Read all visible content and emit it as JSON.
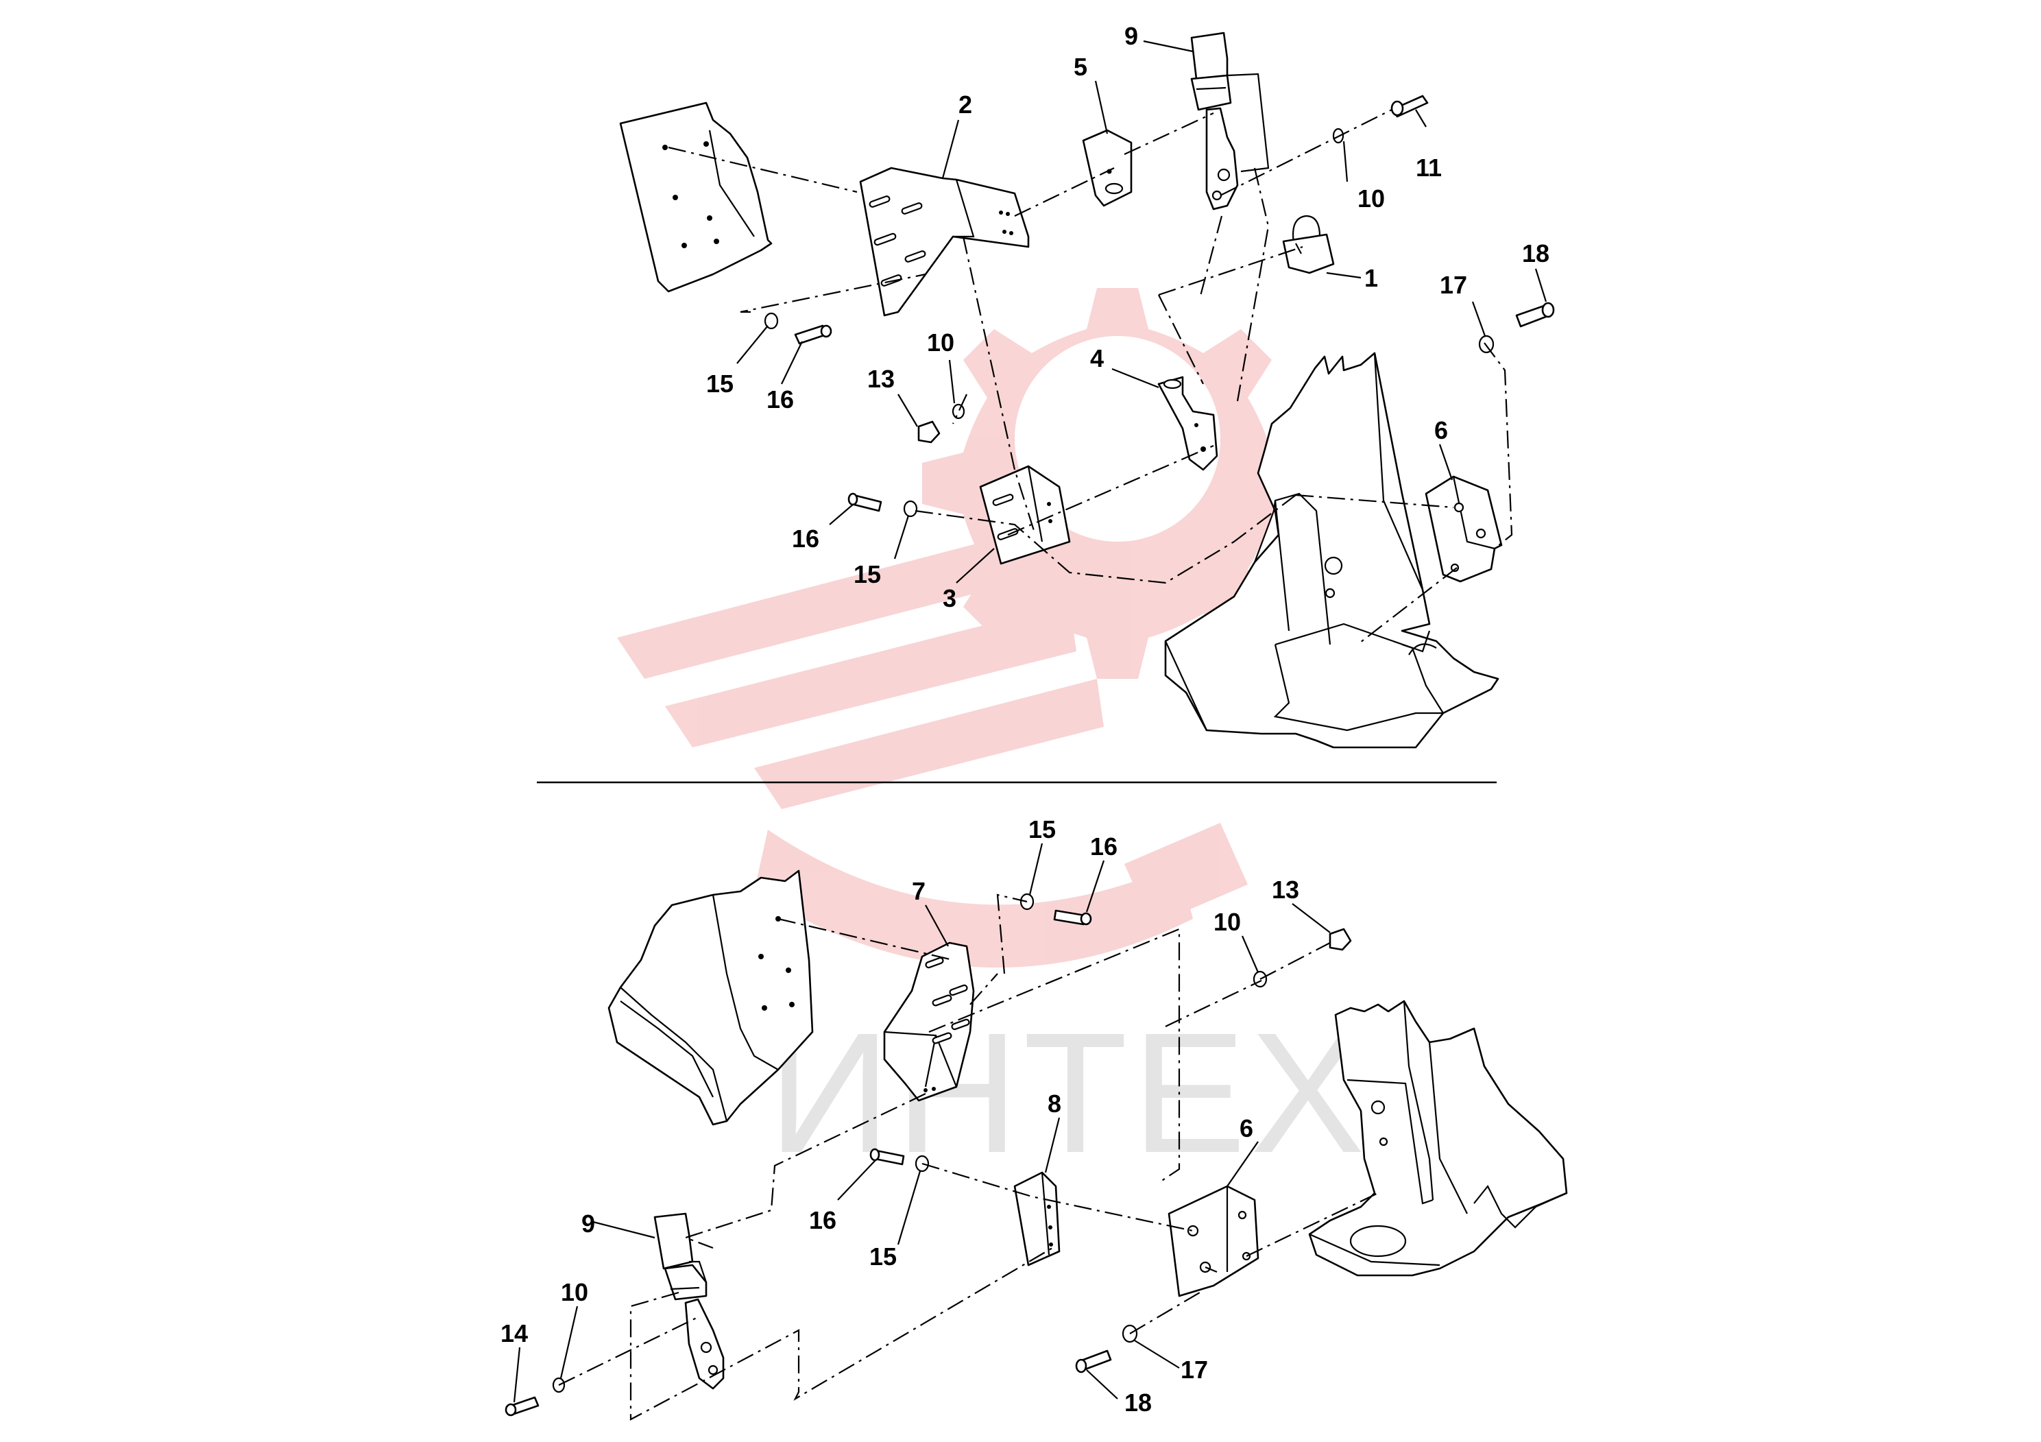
{
  "watermark": {
    "text": "ИНТЕХ",
    "logo_color": "#f4b2b2",
    "text_color": "#cfcfcf"
  },
  "colors": {
    "line": "#000000",
    "background": "#ffffff"
  },
  "callouts": {
    "top": {
      "c1": "1",
      "c2": "2",
      "c3": "3",
      "c4": "4",
      "c5": "5",
      "c6": "6",
      "c9": "9",
      "c10a": "10",
      "c10b": "10",
      "c11": "11",
      "c13": "13",
      "c15a": "15",
      "c15b": "15",
      "c16a": "16",
      "c16b": "16",
      "c17": "17",
      "c18": "18"
    },
    "bottom": {
      "c6": "6",
      "c7": "7",
      "c8": "8",
      "c9": "9",
      "c10a": "10",
      "c10b": "10",
      "c13": "13",
      "c14": "14",
      "c15a": "15",
      "c15b": "15",
      "c16a": "16",
      "c16b": "16",
      "c17": "17",
      "c18": "18"
    }
  }
}
